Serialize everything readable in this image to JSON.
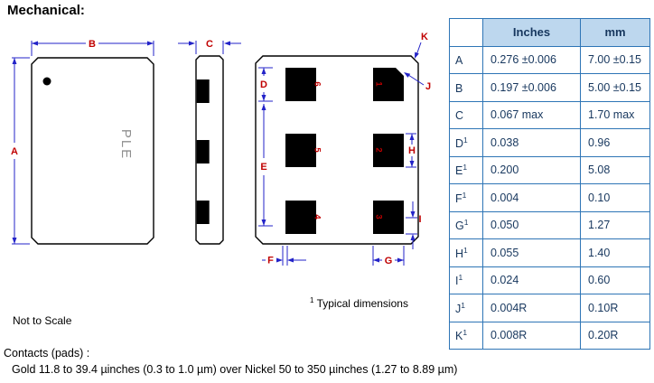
{
  "title": "Mechanical:",
  "drawing": {
    "marking": "PLE",
    "labels": {
      "A": "A",
      "B": "B",
      "C": "C",
      "D": "D",
      "E": "E",
      "F": "F",
      "G": "G",
      "H": "H",
      "I": "I",
      "J": "J",
      "K": "K"
    },
    "pad_numbers": {
      "p1": "1",
      "p2": "2",
      "p3": "3",
      "p4": "4",
      "p5": "5",
      "p6": "6"
    }
  },
  "notes": {
    "typical_sup": "1",
    "typical_text": " Typical dimensions",
    "not_to_scale": "Not to Scale",
    "contacts_title": "Contacts (pads) :",
    "contacts_detail": "Gold  11.8 to 39.4 µinches (0.3 to 1.0 µm) over  Nickel 50 to 350 µinches (1.27 to 8.89 µm)"
  },
  "table": {
    "header": {
      "dim": "",
      "inches": "Inches",
      "mm": "mm"
    },
    "rows": [
      {
        "label": "A",
        "sup": "",
        "inches": "0.276 ±0.006",
        "mm": "7.00 ±0.15"
      },
      {
        "label": "B",
        "sup": "",
        "inches": "0.197 ±0.006",
        "mm": "5.00 ±0.15"
      },
      {
        "label": "C",
        "sup": "",
        "inches": "0.067 max",
        "mm": "1.70 max"
      },
      {
        "label": "D",
        "sup": "1",
        "inches": "0.038",
        "mm": "0.96"
      },
      {
        "label": "E",
        "sup": "1",
        "inches": "0.200",
        "mm": "5.08"
      },
      {
        "label": "F",
        "sup": "1",
        "inches": "0.004",
        "mm": "0.10"
      },
      {
        "label": "G",
        "sup": "1",
        "inches": "0.050",
        "mm": "1.27"
      },
      {
        "label": "H",
        "sup": "1",
        "inches": "0.055",
        "mm": "1.40"
      },
      {
        "label": "I",
        "sup": "1",
        "inches": "0.024",
        "mm": "0.60"
      },
      {
        "label": "J",
        "sup": "1",
        "inches": "0.004R",
        "mm": "0.10R"
      },
      {
        "label": "K",
        "sup": "1",
        "inches": "0.008R",
        "mm": "0.20R"
      }
    ]
  },
  "colors": {
    "dim_line": "#2323C8",
    "dim_label": "#C00000",
    "table_border": "#2E75B6",
    "table_header_bg": "#BDD7EE",
    "table_text": "#17375E",
    "marking_gray": "#8F8F8F"
  }
}
